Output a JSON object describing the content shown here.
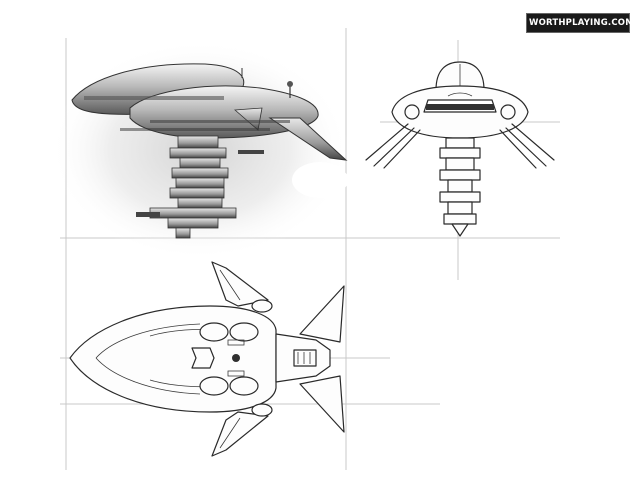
{
  "watermark": {
    "text": "WORTHPLAYING.COM",
    "logo_colors": [
      "#c8102e",
      "#f2f2f2",
      "#8a1a8a",
      "#1f3a9a"
    ]
  },
  "artwork": {
    "views": [
      "perspective-view",
      "front-view",
      "top-view"
    ],
    "colors": {
      "paper": "#ffffff",
      "ink": "#2a2a2a",
      "guide": "#c9c9c9",
      "shadow": "#8a8a8a"
    }
  }
}
